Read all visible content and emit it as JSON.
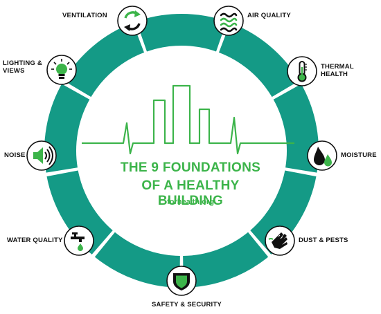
{
  "colors": {
    "ring": "#149a86",
    "accent": "#3cb44a",
    "icon_dark": "#111111",
    "background": "#ffffff"
  },
  "title": {
    "line1": "THE 9 FOUNDATIONS",
    "line2": "OF A HEALTHY BUILDING",
    "url": "forhealth.org"
  },
  "foundations": [
    {
      "label": "VENTILATION",
      "icon": "recycle-arrows-icon"
    },
    {
      "label": "AIR QUALITY",
      "icon": "air-waves-icon"
    },
    {
      "label": "THERMAL\nHEALTH",
      "icon": "thermometer-icon"
    },
    {
      "label": "MOISTURE",
      "icon": "water-drops-icon"
    },
    {
      "label": "DUST & PESTS",
      "icon": "cleaning-glove-icon"
    },
    {
      "label": "SAFETY & SECURITY",
      "icon": "shield-icon"
    },
    {
      "label": "WATER QUALITY",
      "icon": "faucet-icon"
    },
    {
      "label": "NOISE",
      "icon": "speaker-icon"
    },
    {
      "label": "LIGHTING &\nVIEWS",
      "icon": "light-bulb-icon"
    }
  ]
}
